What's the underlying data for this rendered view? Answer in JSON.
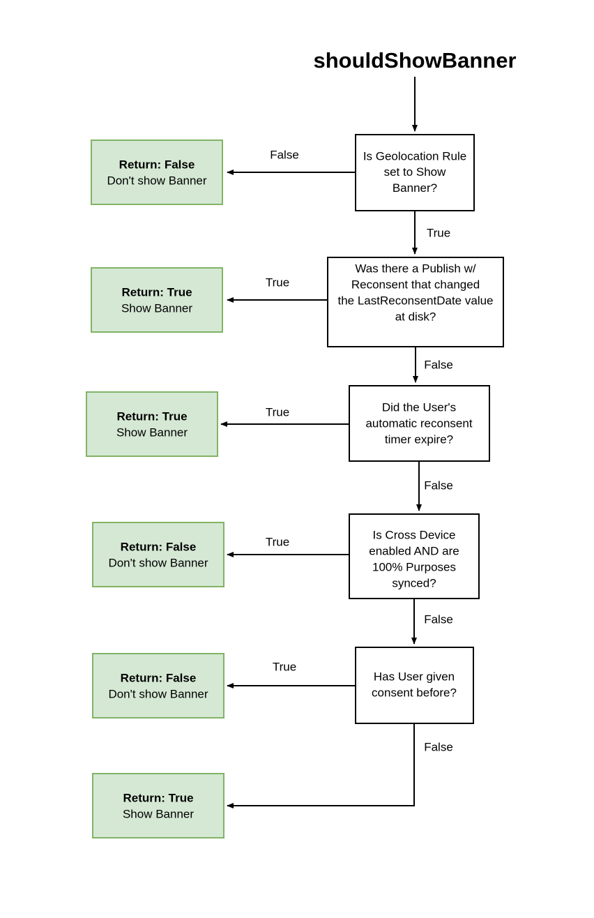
{
  "title": "shouldShowBanner",
  "decisions": [
    {
      "id": "geolocation-rule",
      "lines": [
        [
          {
            "t": "Is Geolocation Rule",
            "b": false
          }
        ],
        [
          {
            "t": "set to ",
            "b": false
          },
          {
            "t": "Show",
            "b": true
          }
        ],
        [
          {
            "t": "Banner",
            "b": true
          },
          {
            "t": "?",
            "b": false
          }
        ]
      ]
    },
    {
      "id": "publish-reconsent",
      "lines": [
        [
          {
            "t": "Was there a Publish w/",
            "b": false
          }
        ],
        [
          {
            "t": "Reconsent that changed",
            "b": false
          }
        ],
        [
          {
            "t": "the LastReconsentDate value",
            "b": false
          }
        ],
        [
          {
            "t": "at disk?",
            "b": false
          }
        ]
      ]
    },
    {
      "id": "reconsent-timer",
      "lines": [
        [
          {
            "t": "Did the User's",
            "b": false
          }
        ],
        [
          {
            "t": "automatic reconsent",
            "b": false
          }
        ],
        [
          {
            "t": "timer expire?",
            "b": false
          }
        ]
      ]
    },
    {
      "id": "cross-device",
      "lines": [
        [
          {
            "t": "Is Cross Device",
            "b": false
          }
        ],
        [
          {
            "t": "enabled AND are",
            "b": false
          }
        ],
        [
          {
            "t": "100% Purposes",
            "b": false
          }
        ],
        [
          {
            "t": "synced?",
            "b": false
          }
        ]
      ]
    },
    {
      "id": "prior-consent",
      "lines": [
        [
          {
            "t": "Has User given",
            "b": false
          }
        ],
        [
          {
            "t": "consent before?",
            "b": false
          }
        ]
      ]
    }
  ],
  "results": [
    {
      "id": "result-1",
      "heading": "Return: False",
      "detail": "Don't show Banner"
    },
    {
      "id": "result-2",
      "heading": "Return: True",
      "detail": "Show Banner"
    },
    {
      "id": "result-3",
      "heading": "Return: True",
      "detail": "Show Banner"
    },
    {
      "id": "result-4",
      "heading": "Return: False",
      "detail": "Don't show Banner"
    },
    {
      "id": "result-5",
      "heading": "Return: False",
      "detail": "Don't show Banner"
    },
    {
      "id": "result-6",
      "heading": "Return: True",
      "detail": "Show Banner"
    }
  ],
  "branch_labels": {
    "b1_false": "False",
    "b1_true": "True",
    "b2_true": "True",
    "b2_false": "False",
    "b3_true": "True",
    "b3_false": "False",
    "b4_true": "True",
    "b4_false": "False",
    "b5_true": "True",
    "b5_false": "False"
  },
  "colors": {
    "result_fill": "#d5e8d4",
    "result_border": "#82b366",
    "decision_fill": "#ffffff",
    "decision_border": "#000000",
    "edge": "#000000",
    "text": "#000000"
  }
}
